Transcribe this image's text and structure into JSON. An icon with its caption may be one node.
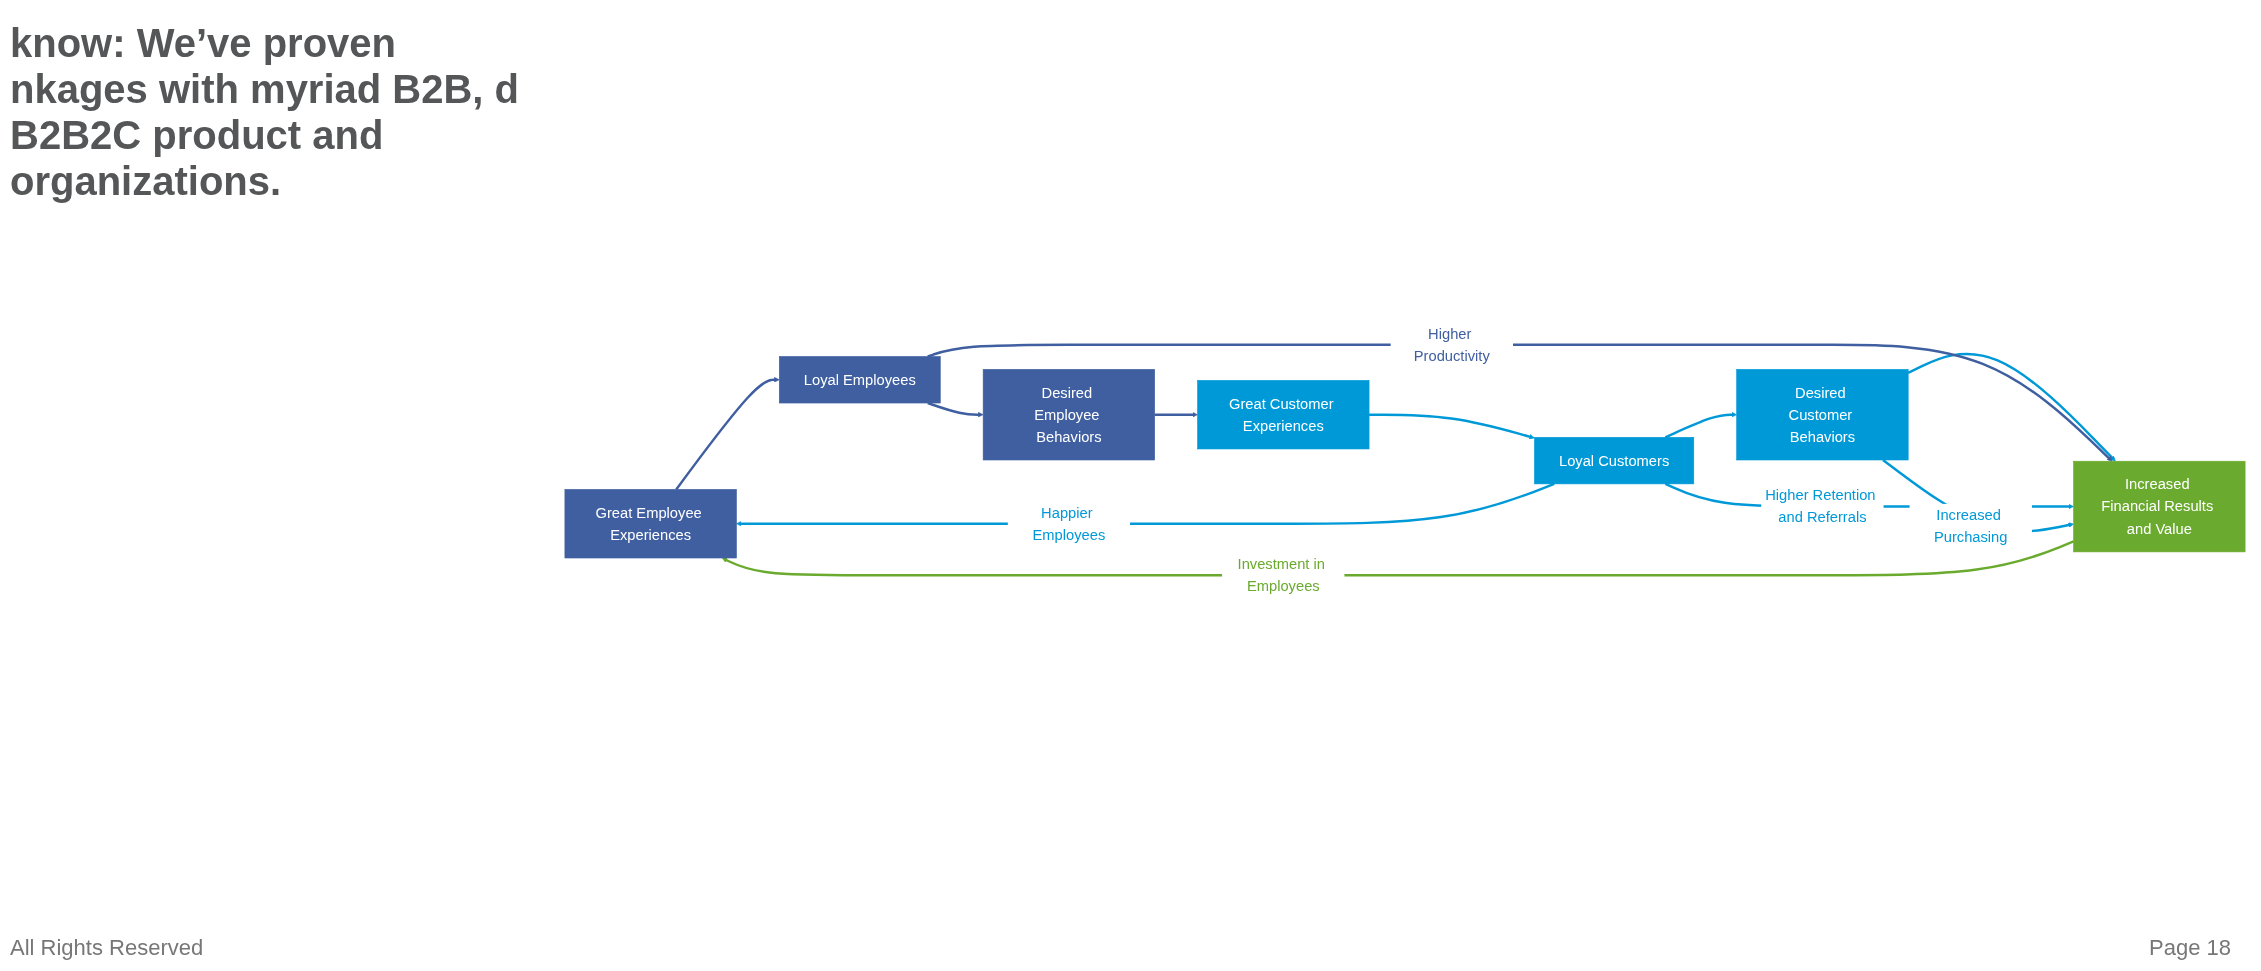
{
  "diagram": {
    "title": "know: We’ve proven nkages with myriad B2B, d B2B2C product and organizations.",
    "nodes": [
      {
        "text": [
          "Great Employee Experiences"
        ]
      },
      {
        "text": [
          "Loyal Employees"
        ]
      },
      {
        "text": [
          "Desired Employee Behaviors"
        ]
      },
      {
        "text": [
          "Great Customer Experiences"
        ]
      },
      {
        "text": [
          "Loyal Customers"
        ]
      },
      {
        "text": [
          "Desired Customer Behaviors"
        ]
      },
      {
        "text": [
          "Increased Financial Results and Value"
        ]
      }
    ],
    "edges": [
      {
        "from": 0,
        "to": 1,
        "arrow": "to",
        "color": "#3f5fa0"
      },
      {
        "from": 1,
        "to": 2,
        "arrow": "to",
        "color": "#3f5fa0"
      },
      {
        "from": 2,
        "to": 3,
        "arrow": "to",
        "color": "#3f5fa0"
      },
      {
        "from": 3,
        "to": 4,
        "arrow": "to"
      },
      {
        "from": 4,
        "to": 5,
        "arrow": "to"
      },
      {
        "from": 5,
        "to": 6,
        "arrow": "to"
      },
      {
        "from": 1,
        "to": 6,
        "arrow": "to",
        "label": "Higher Productivity",
        "color": "#3f5fa0"
      },
      {
        "from": 4,
        "to": 6,
        "arrow": "to",
        "label": "Higher Retention and Referrals"
      },
      {
        "from": 5,
        "to": 6,
        "arrow": "to",
        "label": "Increased Purchasing"
      },
      {
        "from": 4,
        "to": 0,
        "arrow": "to",
        "label": "Happier Employees"
      },
      {
        "from": 6,
        "to": 0,
        "arrow": "to",
        "label": "Investment in Employees",
        "color": "#6aaa2e"
      }
    ],
    "labels": [
      "All Rights Reserved",
      "Page 18"
    ]
  }
}
